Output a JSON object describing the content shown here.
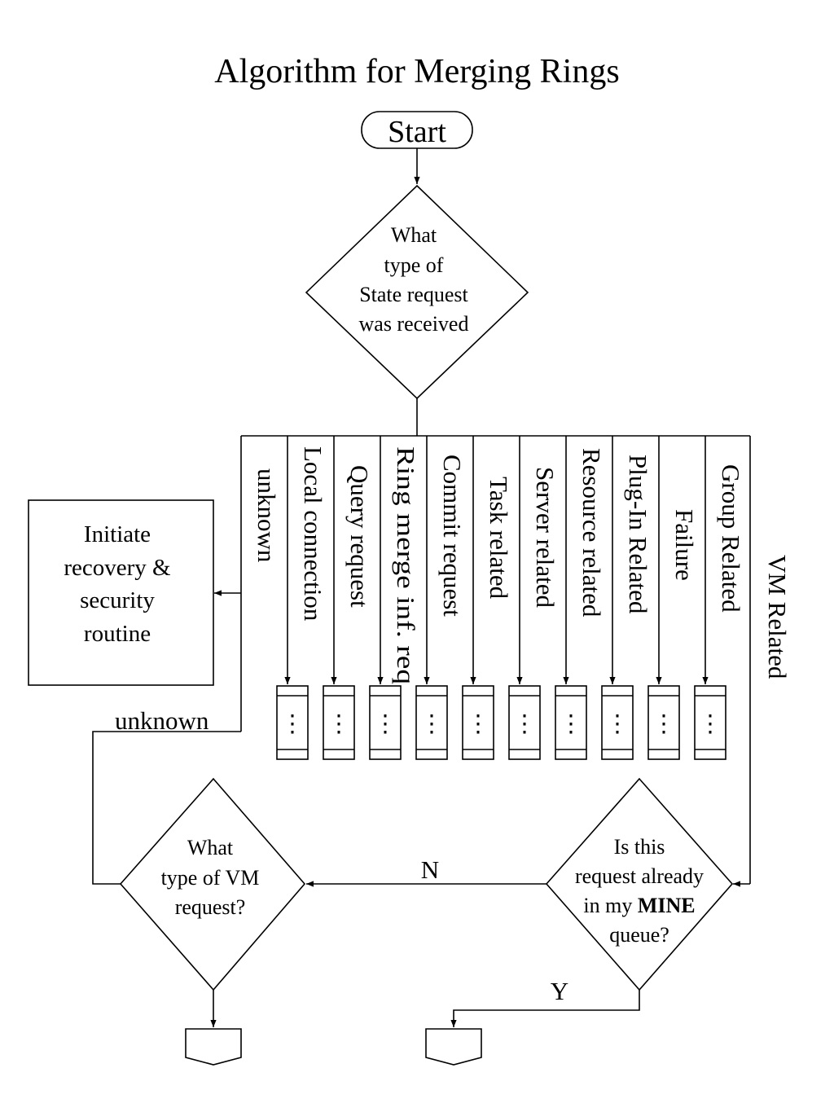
{
  "title": "Algorithm for Merging Rings",
  "start_label": "Start",
  "decision_state": {
    "lines": [
      "What",
      "type of",
      "State request",
      "was received"
    ]
  },
  "branches": [
    "unknown",
    "Local connection",
    "Query request",
    "Ring merge inf. req",
    "Commit request",
    "Task related",
    "Server related",
    "Resource related",
    "Plug-In Related",
    "Failure",
    "Group Related",
    "VM Related"
  ],
  "recovery_box": {
    "lines": [
      "Initiate",
      "recovery &",
      "security",
      "routine"
    ]
  },
  "unknown_label": "unknown",
  "queue_dots": "⋮",
  "decision_vm": {
    "lines": [
      "What",
      "type of VM",
      "request?"
    ]
  },
  "decision_mine": {
    "line1": "Is this",
    "line2": "request already",
    "line3_prefix": "in my ",
    "line3_bold": "MINE",
    "line4": "queue?"
  },
  "label_no": "N",
  "label_yes": "Y"
}
